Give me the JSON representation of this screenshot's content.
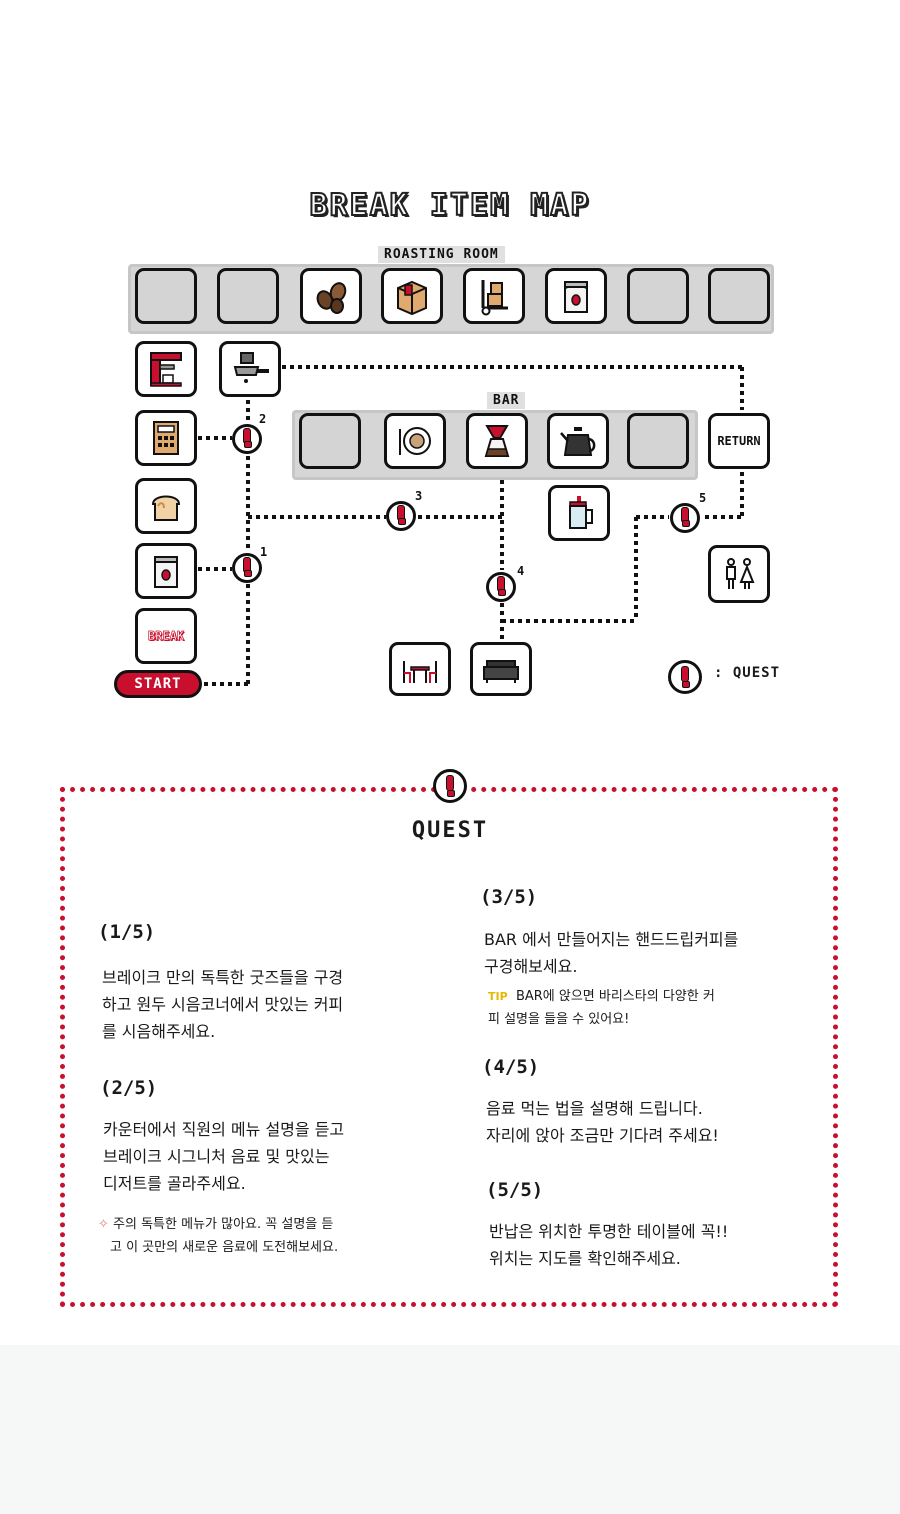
{
  "map": {
    "title": "BREAK ITEM MAP",
    "roasting_room_label": "ROASTING ROOM",
    "bar_label": "BAR",
    "roasting_items": [
      "empty-slot-icon",
      "empty-slot-icon",
      "coffee-beans-icon",
      "box-icon",
      "hand-truck-icon",
      "coffee-bag-icon",
      "empty-slot-icon",
      "empty-slot-icon"
    ],
    "bar_items": [
      "empty-slot-icon",
      "plate-icon",
      "pour-over-dripper-icon",
      "drip-kettle-icon",
      "empty-slot-icon"
    ],
    "return_label": "RETURN",
    "break_label": "BREAK",
    "start_label": "START",
    "quest_markers": [
      "1",
      "2",
      "3",
      "4",
      "5"
    ],
    "legend_label": ": QUEST",
    "colors": {
      "accent": "#c8102e",
      "tile_fill": "#d4d4d4"
    }
  },
  "quest": {
    "title": "QUEST",
    "q1": {
      "heading": "(1/5)",
      "lines": [
        "브레이크 만의 독특한 굿즈들을 구경",
        "하고 원두 시음코너에서 맛있는 커피",
        "를 시음해주세요."
      ]
    },
    "q2": {
      "heading": "(2/5)",
      "lines": [
        "카운터에서 직원의 메뉴 설명을 듣고",
        "브레이크 시그니처 음료 및 맛있는",
        "디저트를 골라주세요."
      ],
      "note_lines": [
        "주의  독특한 메뉴가 많아요. 꼭 설명을 듣",
        "고 이 곳만의 새로운 음료에 도전해보세요."
      ]
    },
    "q3": {
      "heading": "(3/5)",
      "lines": [
        "BAR 에서 만들어지는 핸드드립커피를",
        "구경해보세요."
      ],
      "tip_tag": "TIP",
      "tip_lines": [
        "BAR에 앉으면 바리스타의 다양한 커",
        "피 설명을 들을 수 있어요!"
      ]
    },
    "q4": {
      "heading": "(4/5)",
      "lines": [
        "음료 먹는 법을 설명해 드립니다.",
        "자리에 앉아 조금만 기다려 주세요!"
      ]
    },
    "q5": {
      "heading": "(5/5)",
      "lines": [
        "반납은 위치한 투명한 테이블에 꼭!!",
        "위치는 지도를 확인해주세요."
      ]
    }
  }
}
